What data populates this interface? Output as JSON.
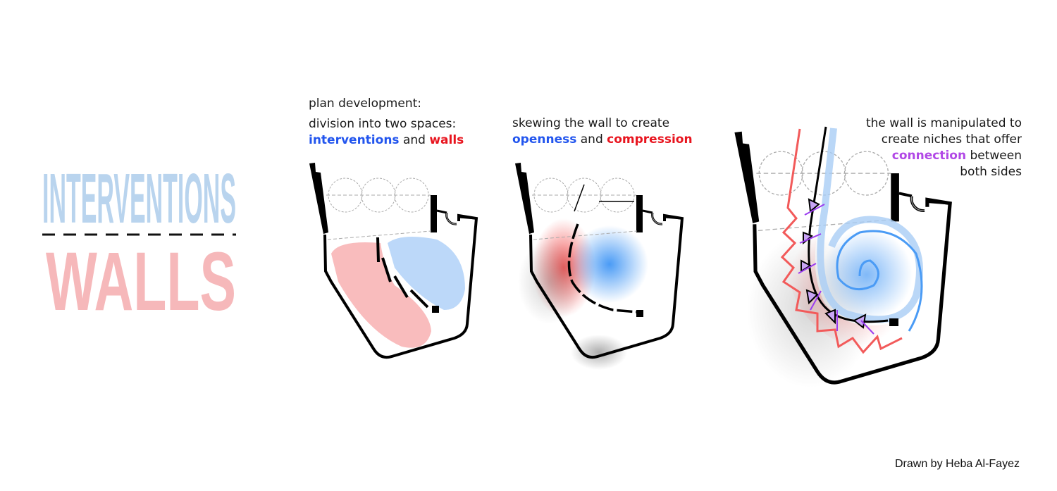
{
  "title": {
    "top": "INTERVENTIONS",
    "bottom": "WALLS"
  },
  "panels": [
    {
      "line1": "plan development:",
      "line2": "division into two spaces:",
      "blue": "interventions",
      "and": " and ",
      "red": "walls"
    },
    {
      "line1": "skewing the wall to create",
      "blue": "openness",
      "and": " and ",
      "red": "compression"
    },
    {
      "line1": "the wall is manipulated to",
      "line2": "create niches that offer",
      "purple": "connection",
      "rest": " between",
      "line4": "both sides"
    }
  ],
  "credit": "Drawn by Heba Al-Fayez",
  "colors": {
    "interventions": "#b9d4ee",
    "walls": "#f6b8ba",
    "blue": "#2255ee",
    "red": "#e8141e",
    "purple": "#b148e6"
  }
}
